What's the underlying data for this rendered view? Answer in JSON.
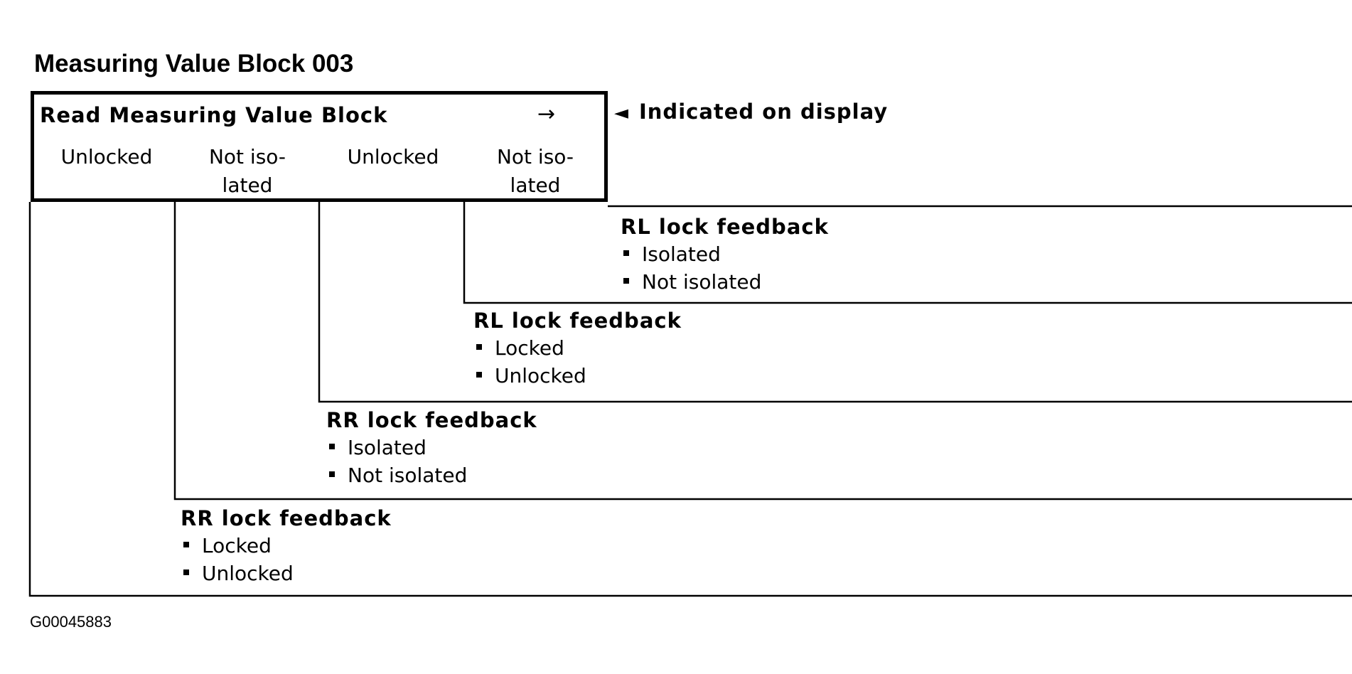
{
  "title": "Measuring Value Block 003",
  "display": {
    "heading": "Read Measuring Value Block",
    "arrow": "→",
    "fields": [
      {
        "line1": "Unlocked",
        "line2": ""
      },
      {
        "line1": "Not iso-",
        "line2": "lated"
      },
      {
        "line1": "Unlocked",
        "line2": ""
      },
      {
        "line1": "Not iso-",
        "line2": "lated"
      }
    ]
  },
  "indicated_label": "Indicated on display",
  "indicated_marker": "◄",
  "groups": [
    {
      "title": "RL lock feedback",
      "options": [
        "Isolated",
        "Not isolated"
      ]
    },
    {
      "title": "RL lock feedback",
      "options": [
        "Locked",
        "Unlocked"
      ]
    },
    {
      "title": "RR lock feedback",
      "options": [
        "Isolated",
        "Not isolated"
      ]
    },
    {
      "title": "RR lock feedback",
      "options": [
        "Locked",
        "Unlocked"
      ]
    }
  ],
  "footer_code": "G00045883"
}
